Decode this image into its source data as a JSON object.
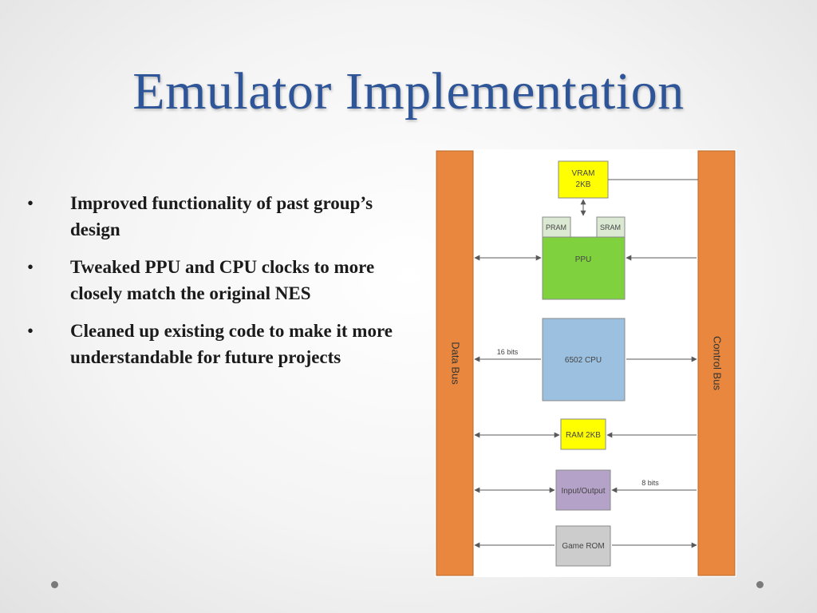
{
  "slide": {
    "title": "Emulator Implementation",
    "bullets": [
      "Improved functionality of past group’s design",
      "Tweaked PPU and CPU clocks to more closely match the original NES",
      "Cleaned up existing code to make it more understandable for future projects"
    ]
  },
  "diagram": {
    "data_bus_label": "Data Bus",
    "control_bus_label": "Control Bus",
    "vram_line1": "VRAM",
    "vram_line2": "2KB",
    "pram_label": "PRAM",
    "sram_label": "SRAM",
    "ppu_label": "PPU",
    "cpu_label": "6502 CPU",
    "cpu_bits_label": "16 bits",
    "ram_label": "RAM 2KB",
    "io_label": "Input/Output",
    "io_bits_label": "8 bits",
    "rom_label": "Game ROM",
    "colors": {
      "bus": "#e8873d",
      "vram": "#ffff00",
      "ppu": "#7fd23e",
      "pram_sram": "#dbe8d2",
      "cpu": "#9cc0df",
      "ram": "#ffff00",
      "io": "#b4a2c8",
      "rom": "#cccccc",
      "title": "#2e5597"
    }
  }
}
